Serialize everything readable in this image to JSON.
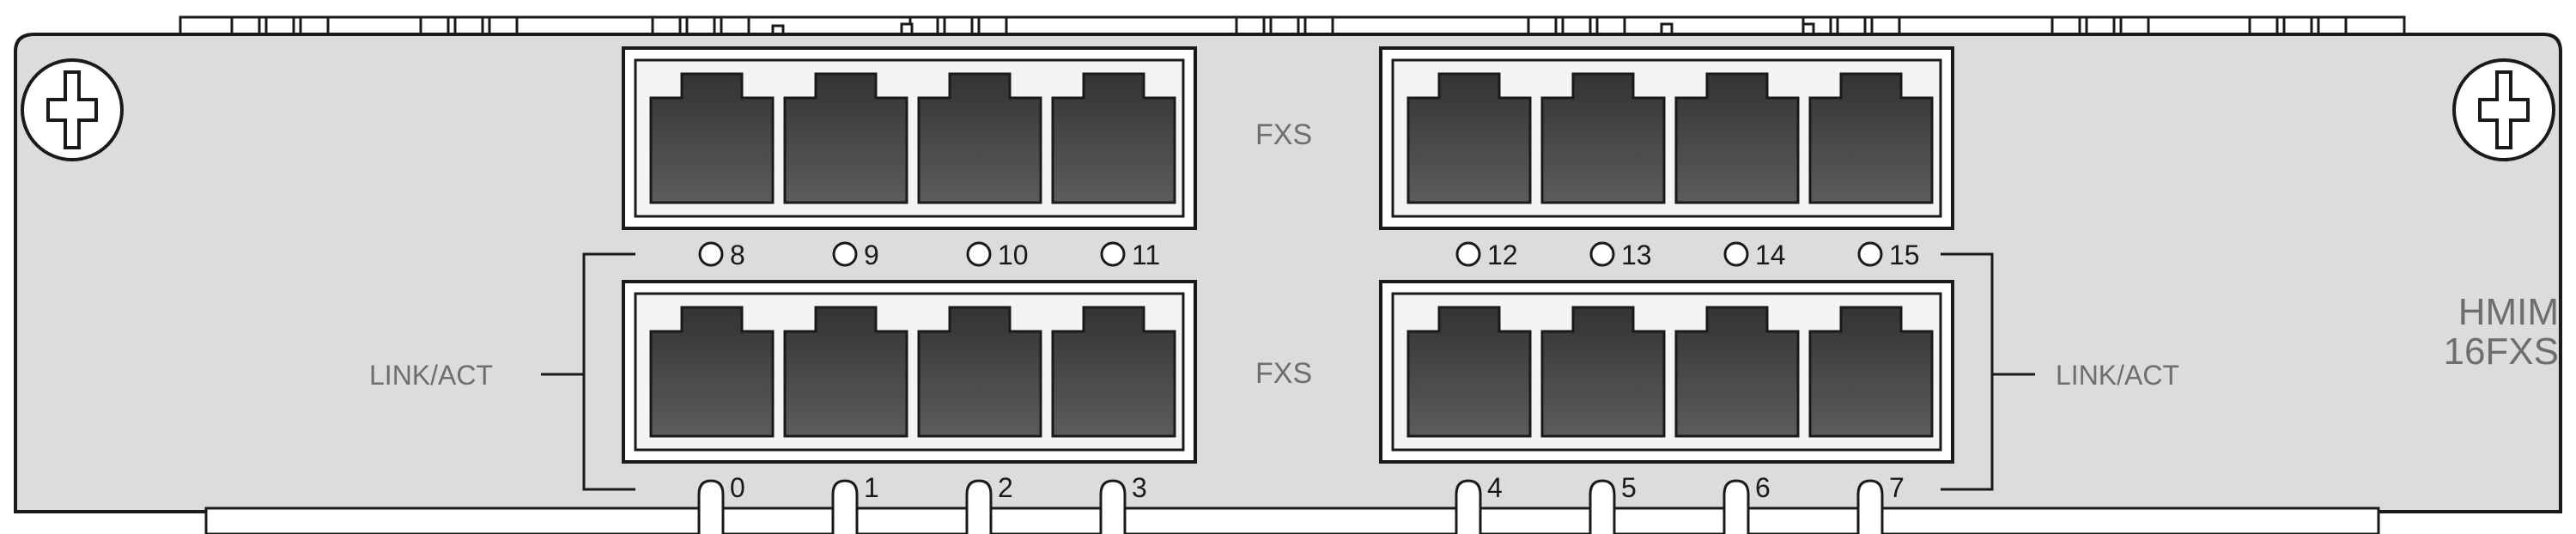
{
  "module": {
    "model_line1": "HMIM",
    "model_line2": "16FXS",
    "fxs_label_top": "FXS",
    "fxs_label_bottom": "FXS",
    "link_label_left": "LINK/ACT",
    "link_label_right": "LINK/ACT",
    "port_numbers_top": [
      "8",
      "9",
      "10",
      "11",
      "12",
      "13",
      "14",
      "15"
    ],
    "port_numbers_bottom": [
      "0",
      "1",
      "2",
      "3",
      "4",
      "5",
      "6",
      "7"
    ]
  },
  "colors": {
    "panel": "#dcdcdc",
    "outline": "#1a1a1a",
    "label_text": "#6e6e6e",
    "port_dark": "#3c3c3c",
    "port_light": "#5a5a5a",
    "port_frame": "#f4f4f4"
  }
}
